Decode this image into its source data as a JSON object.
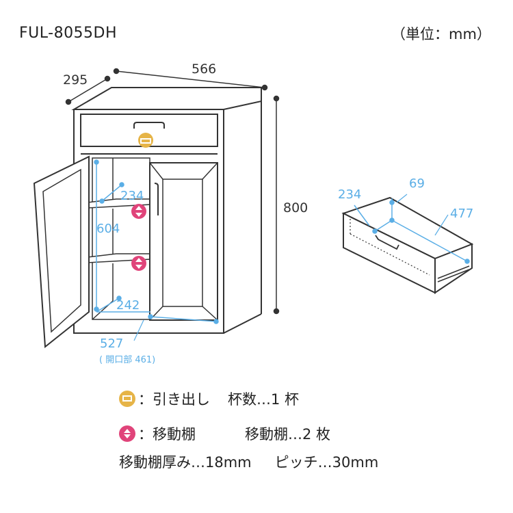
{
  "header": {
    "model": "FUL-8055DH",
    "unit": "（単位：mm）"
  },
  "dimensions": {
    "depth": "295",
    "width": "566",
    "height": "800",
    "shelf_depth": "234",
    "inner_height": "604",
    "inner_depth": "242",
    "inner_width": "527",
    "opening": "( 開口部 461)",
    "drawer_depth": "234",
    "drawer_height": "69",
    "drawer_width": "477"
  },
  "legend": {
    "drawer_label": "：引き出し",
    "drawer_count": "杯数…1 杯",
    "shelf_label": "：移動棚",
    "shelf_count": "移動棚…2 枚",
    "shelf_thickness": "移動棚厚み…18mm",
    "pitch": "ピッチ…30mm"
  },
  "colors": {
    "outline": "#333333",
    "dimension_blue": "#5aaee6",
    "drawer_icon": "#e6b447",
    "shelf_icon": "#e0447a"
  },
  "icons": {
    "drawer": "drawer-icon",
    "shelf": "movable-shelf-icon"
  }
}
